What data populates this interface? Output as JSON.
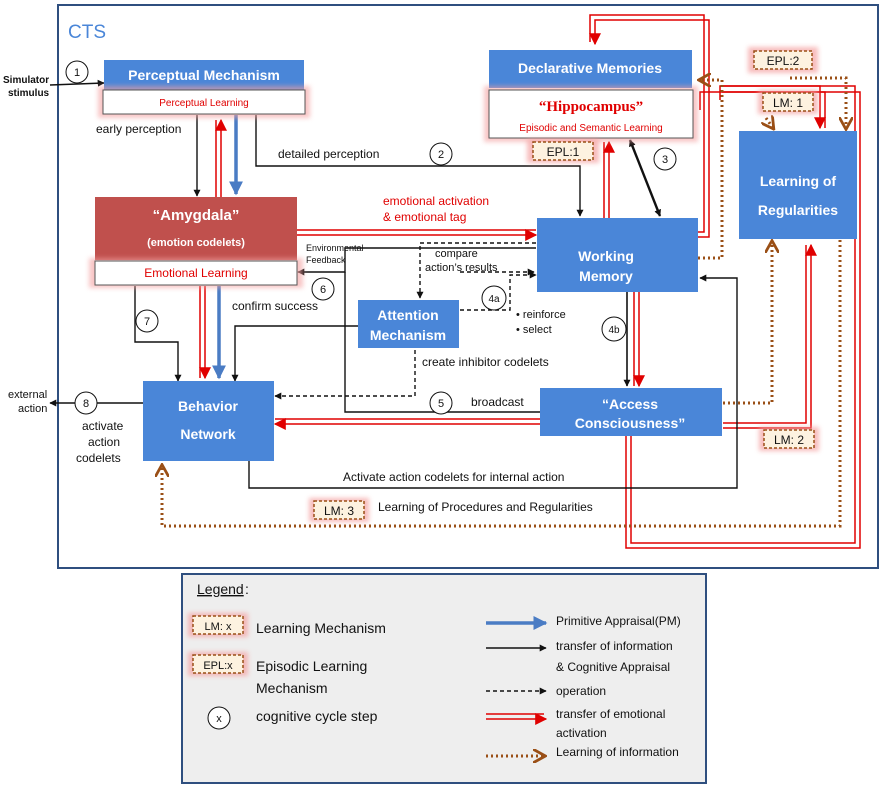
{
  "title": "CTS",
  "inputs": {
    "simulator_stimulus_1": "Simulator",
    "simulator_stimulus_2": "stimulus"
  },
  "outputs": {
    "external_action_1": "external",
    "external_action_2": "action"
  },
  "boxes": {
    "perceptual": {
      "title": "Perceptual Mechanism",
      "sub": "Perceptual Learning"
    },
    "declarative": {
      "title": "Declarative Memories",
      "sub_title": "“Hippocampus”",
      "sub": "Episodic and Semantic Learning"
    },
    "learning_regularities": {
      "line1": "Learning of",
      "line2": "Regularities"
    },
    "amygdala": {
      "line1": "“Amygdala”",
      "line2": "(emotion codelets)",
      "sub": "Emotional Learning"
    },
    "working_memory": {
      "line1": "Working",
      "line2": "Memory"
    },
    "attention": {
      "line1": "Attention",
      "line2": "Mechanism"
    },
    "access": {
      "line1": "“Access",
      "line2": "Consciousness”"
    },
    "behavior": {
      "line1": "Behavior",
      "line2": "Network"
    }
  },
  "badges": {
    "epl2": "EPL:2",
    "lm1": "LM: 1",
    "epl1": "EPL:1",
    "lm2": "LM: 2",
    "lm3": "LM: 3"
  },
  "steps": [
    "1",
    "2",
    "3",
    "4a",
    "4b",
    "5",
    "6",
    "7",
    "8"
  ],
  "labels": {
    "early_perception": "early perception",
    "detailed_perception": "detailed perception",
    "emotional_activation": "emotional activation",
    "emotional_tag": "& emotional tag",
    "env_feedback_1": "Environmental",
    "env_feedback_2": "Feedback",
    "compare_1": "compare",
    "compare_2": "action’s results",
    "confirm_success": "confirm success",
    "reinforce": "• reinforce",
    "select": "• select",
    "create_inhibitor": "create inhibitor codelets",
    "broadcast": "broadcast",
    "activate_action_1": "activate",
    "activate_action_2": "action",
    "activate_action_3": "codelets",
    "activate_internal": "Activate action codelets for internal action",
    "learning_procedures": "Learning of Procedures and Regularities"
  },
  "legend": {
    "title": "Legend",
    "colon": ":",
    "lm_badge": "LM: x",
    "lm_text": "Learning Mechanism",
    "epl_badge": "EPL:x",
    "epl_text_1": "Episodic Learning",
    "epl_text_2": "Mechanism",
    "step_symbol": "x",
    "step_text": "cognitive cycle step",
    "primitive": "Primitive Appraisal(PM)",
    "transfer_1": "transfer of information",
    "transfer_2": "& Cognitive Appraisal",
    "operation": "operation",
    "emotional_1": "transfer of emotional",
    "emotional_2": "activation",
    "learning_info": "Learning of information"
  },
  "colors": {
    "box_blue": "#4a86d8",
    "amygdala_red": "#c0504d",
    "frame": "#2f4f7f",
    "red": "#e00000",
    "blue_arrow": "#4a7cc4",
    "brown": "#9a4f16",
    "legend_bg": "#eeeeee"
  }
}
